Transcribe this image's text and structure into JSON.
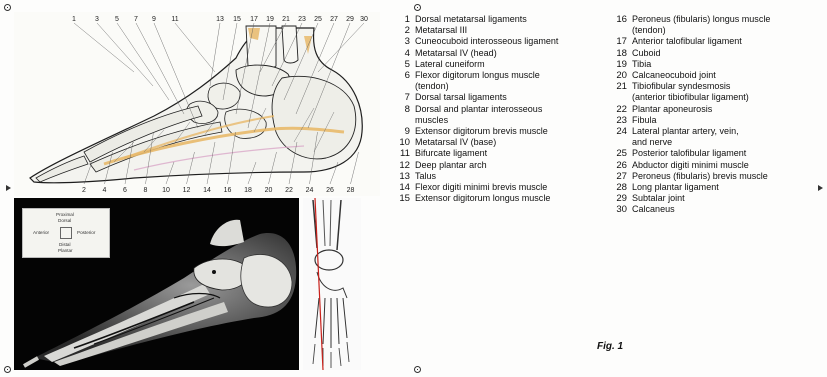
{
  "figure_label": "Fig. 1",
  "drawing": {
    "top_numbers": [
      "1",
      "3",
      "5",
      "7",
      "9",
      "11",
      "13",
      "15",
      "17",
      "19",
      "21",
      "23",
      "25",
      "27",
      "29",
      "30"
    ],
    "bottom_numbers": [
      "2",
      "4",
      "6",
      "8",
      "10",
      "12",
      "14",
      "16",
      "18",
      "20",
      "22",
      "24",
      "26",
      "28"
    ],
    "accent_color": "#e8b96a"
  },
  "orientation_box": {
    "top1": "Proximal",
    "top2": "Dorsal",
    "left": "Anterior",
    "right": "Posterior",
    "bottom1": "Distal",
    "bottom2": "Plantar"
  },
  "legend_left": [
    {
      "num": "1",
      "lines": [
        "Dorsal metatarsal ligaments"
      ]
    },
    {
      "num": "2",
      "lines": [
        "Metatarsal III"
      ]
    },
    {
      "num": "3",
      "lines": [
        "Cuneocuboid interosseous ligament"
      ]
    },
    {
      "num": "4",
      "lines": [
        "Metatarsal IV (head)"
      ]
    },
    {
      "num": "5",
      "lines": [
        "Lateral cuneiform"
      ]
    },
    {
      "num": "6",
      "lines": [
        "Flexor digitorum longus muscle",
        "(tendon)"
      ]
    },
    {
      "num": "7",
      "lines": [
        "Dorsal tarsal ligaments"
      ]
    },
    {
      "num": "8",
      "lines": [
        "Dorsal and plantar interosseous",
        "muscles"
      ]
    },
    {
      "num": "9",
      "lines": [
        "Extensor digitorum brevis muscle"
      ]
    },
    {
      "num": "10",
      "lines": [
        "Metatarsal IV (base)"
      ]
    },
    {
      "num": "11",
      "lines": [
        "Bifurcate ligament"
      ]
    },
    {
      "num": "12",
      "lines": [
        "Deep plantar arch"
      ]
    },
    {
      "num": "13",
      "lines": [
        "Talus"
      ]
    },
    {
      "num": "14",
      "lines": [
        "Flexor digiti minimi brevis muscle"
      ]
    },
    {
      "num": "15",
      "lines": [
        "Extensor digitorum longus muscle"
      ]
    }
  ],
  "legend_right": [
    {
      "num": "16",
      "lines": [
        "Peroneus (fibularis) longus muscle",
        "(tendon)"
      ]
    },
    {
      "num": "17",
      "lines": [
        "Anterior talofibular ligament"
      ]
    },
    {
      "num": "18",
      "lines": [
        "Cuboid"
      ]
    },
    {
      "num": "19",
      "lines": [
        "Tibia"
      ]
    },
    {
      "num": "20",
      "lines": [
        "Calcaneocuboid joint"
      ]
    },
    {
      "num": "21",
      "lines": [
        "Tibiofibular syndesmosis",
        "(anterior tibiofibular ligament)"
      ]
    },
    {
      "num": "22",
      "lines": [
        "Plantar aponeurosis"
      ]
    },
    {
      "num": "23",
      "lines": [
        "Fibula"
      ]
    },
    {
      "num": "24",
      "lines": [
        "Lateral plantar artery, vein,",
        "and nerve"
      ]
    },
    {
      "num": "25",
      "lines": [
        "Posterior talofibular ligament"
      ]
    },
    {
      "num": "26",
      "lines": [
        "Abductor digiti minimi muscle"
      ]
    },
    {
      "num": "27",
      "lines": [
        "Peroneus (fibularis) brevis muscle"
      ]
    },
    {
      "num": "28",
      "lines": [
        "Long plantar ligament"
      ]
    },
    {
      "num": "29",
      "lines": [
        "Subtalar joint"
      ]
    },
    {
      "num": "30",
      "lines": [
        "Calcaneus"
      ]
    }
  ]
}
